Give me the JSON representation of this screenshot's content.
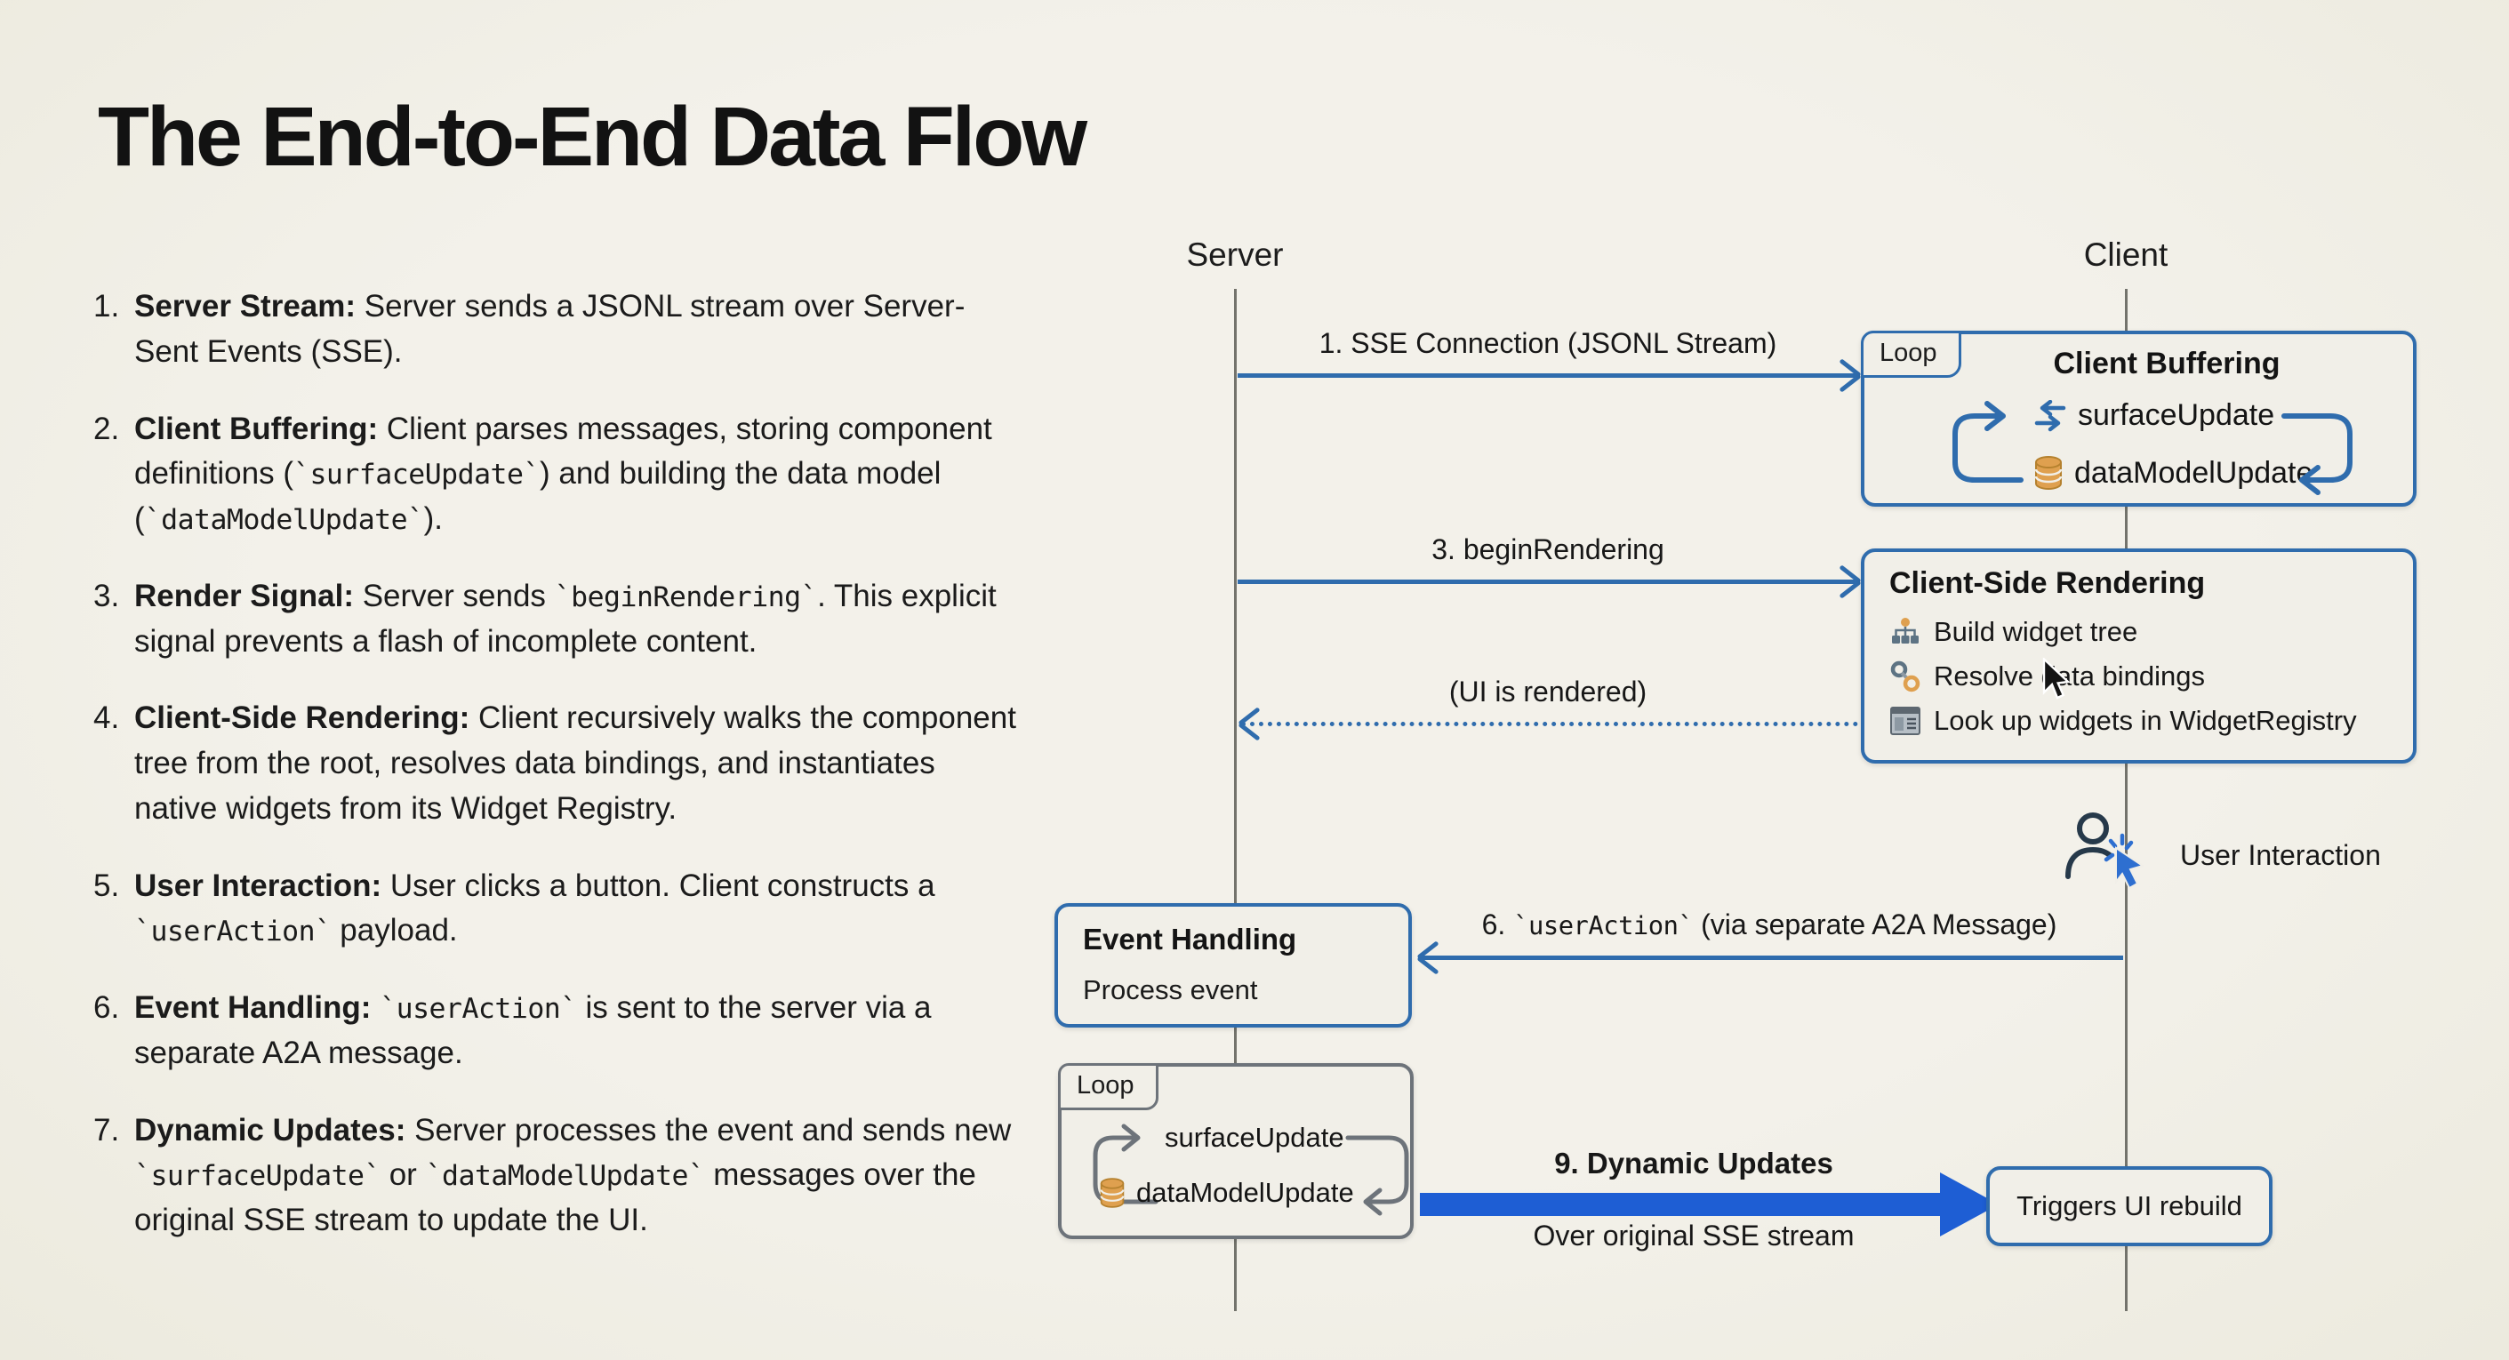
{
  "title": "The End-to-End Data Flow",
  "steps": [
    {
      "num": "1.",
      "heading": "Server Stream:",
      "body": " Server sends a JSONL stream over Server-Sent Events (SSE)."
    },
    {
      "num": "2.",
      "heading": "Client Buffering:",
      "b1": " Client parses messages, storing component definitions (",
      "c1": "`surfaceUpdate`",
      "b2": ") and building the data model (",
      "c2": "`dataModelUpdate`",
      "b3": ")."
    },
    {
      "num": "3.",
      "heading": "Render Signal:",
      "b1": " Server sends ",
      "c1": "`beginRendering`",
      "b2": ". This explicit signal prevents a flash of incomplete content."
    },
    {
      "num": "4.",
      "heading": "Client-Side Rendering:",
      "body": " Client recursively walks the component tree from the root, resolves data bindings, and instantiates native widgets from its Widget Registry."
    },
    {
      "num": "5.",
      "heading": "User Interaction:",
      "b1": " User clicks a button. Client constructs a ",
      "c1": "`userAction`",
      "b2": " payload."
    },
    {
      "num": "6.",
      "heading": "Event Handling:",
      "b1": " ",
      "c1": "`userAction`",
      "b2": " is sent to the server via a separate A2A message."
    },
    {
      "num": "7.",
      "heading": "Dynamic Updates:",
      "b1": " Server processes the event and sends new ",
      "c1": "`surfaceUpdate`",
      "b2": " or ",
      "c2": "`dataModelUpdate`",
      "b3": " messages over the original SSE stream to update the UI."
    }
  ],
  "diagram": {
    "server_label": "Server",
    "client_label": "Client",
    "msg1": "1. SSE Connection (JSONL Stream)",
    "client_buffering": {
      "tab": "Loop",
      "title": "Client Buffering",
      "item1": "surfaceUpdate",
      "item2": "dataModelUpdate"
    },
    "msg3": "3. beginRendering",
    "msg_ui_rendered": "(UI is rendered)",
    "client_side_rendering": {
      "title": "Client-Side Rendering",
      "item1": "Build widget tree",
      "item2": "Resolve data bindings",
      "item3": "Look up widgets in WidgetRegistry"
    },
    "user_interaction_label": "User Interaction",
    "msg6": {
      "pre": "6. ",
      "code": "`userAction`",
      "post": " (via separate A2A Message)"
    },
    "event_handling": {
      "title": "Event Handling",
      "subtitle": "Process event"
    },
    "server_loop": {
      "tab": "Loop",
      "item1": "surfaceUpdate",
      "item2": "dataModelUpdate"
    },
    "msg9": {
      "title": "9. Dynamic Updates",
      "subtitle": "Over original SSE stream"
    },
    "triggers_label": "Triggers UI rebuild",
    "colors": {
      "background": "#f1efe8",
      "accent_blue": "#2f6cad",
      "thick_arrow_blue": "#1e5ed4",
      "loop_gray": "#6d737a",
      "database_orange": "#dfa04f",
      "icon_steel": "#5d7383"
    }
  }
}
